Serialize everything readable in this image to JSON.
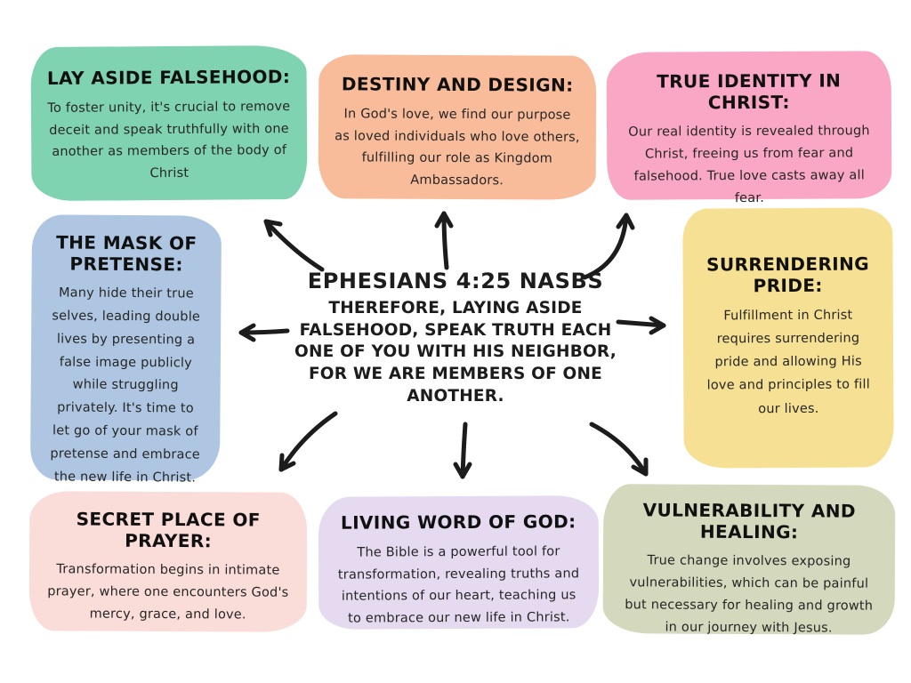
{
  "center": {
    "title": "EPHESIANS 4:25 NASBS",
    "verse": "THEREFORE, LAYING ASIDE FALSEHOOD, SPEAK TRUTH EACH ONE OF YOU WITH HIS NEIGHBOR, FOR WE ARE MEMBERS OF ONE ANOTHER."
  },
  "nodes": [
    {
      "id": "lay-aside-falsehood",
      "position": "top-left",
      "title": "LAY ASIDE FALSEHOOD:",
      "body": "To foster unity, it's crucial to remove deceit and speak truthfully with one another as members of the body of Christ",
      "color": "#7FD3B0"
    },
    {
      "id": "destiny-and-design",
      "position": "top-center",
      "title": "DESTINY AND DESIGN:",
      "body": "In God's love, we find our purpose as loved individuals who love others, fulfilling our role as Kingdom Ambassadors.",
      "color": "#F9BC9B"
    },
    {
      "id": "true-identity-in-christ",
      "position": "top-right",
      "title": "TRUE IDENTITY IN CHRIST:",
      "body": "Our real identity is revealed through Christ, freeing us from fear and falsehood. True love casts away all fear.",
      "color": "#F9A7C4"
    },
    {
      "id": "the-mask-of-pretense",
      "position": "middle-left",
      "title": "THE MASK OF PRETENSE:",
      "body": "Many hide their true selves, leading double lives by presenting a false image publicly while struggling privately. It's time to let go of your mask of pretense and embrace the new life in Christ.",
      "color": "#AEC6E1"
    },
    {
      "id": "surrendering-pride",
      "position": "middle-right",
      "title": "SURRENDERING PRIDE:",
      "body": "Fulfillment in Christ requires surrendering pride and allowing His love and principles to fill our lives.",
      "color": "#F6E093"
    },
    {
      "id": "secret-place-of-prayer",
      "position": "bottom-left",
      "title": "SECRET PLACE OF PRAYER:",
      "body": "Transformation begins in intimate prayer, where one encounters God's mercy, grace, and love.",
      "color": "#FADDD9"
    },
    {
      "id": "living-word-of-god",
      "position": "bottom-center",
      "title": "LIVING WORD OF GOD:",
      "body": "The Bible is a powerful tool for transformation, revealing truths and intentions of our heart, teaching us to embrace our new life in Christ.",
      "color": "#E5DAF0"
    },
    {
      "id": "vulnerability-and-healing",
      "position": "bottom-right",
      "title": "VULNERABILITY AND HEALING:",
      "body": "True change involves exposing vulnerabilities, which can be painful but necessary for healing and growth in our journey with Jesus.",
      "color": "#D4D8BD"
    }
  ],
  "arrows": {
    "directions": [
      "up-left",
      "up",
      "up-right",
      "left",
      "right",
      "down-left",
      "down",
      "down-right"
    ]
  },
  "colors": {
    "background": "#FFFFFF",
    "ink": "#1C1C1C"
  }
}
